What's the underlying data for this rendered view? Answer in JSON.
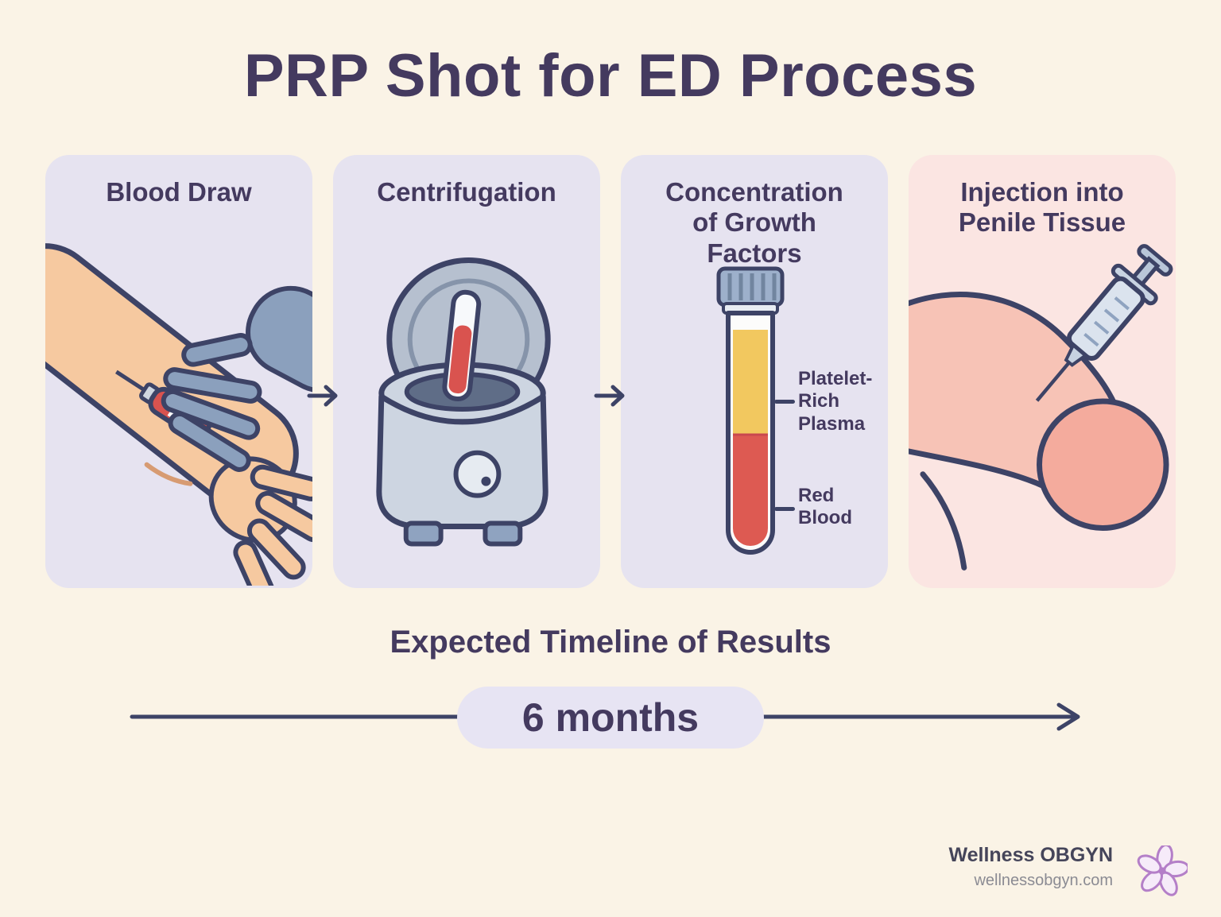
{
  "title": "PRP Shot for ED Process",
  "steps": [
    {
      "label": "Blood Draw",
      "illustration": "blood-draw-arm"
    },
    {
      "label": "Centrifugation",
      "illustration": "centrifuge-machine"
    },
    {
      "label": "Concentration of Growth Factors",
      "illustration": "separated-test-tube",
      "tube_labels": [
        "Platelet-Rich Plasma",
        "Red Blood"
      ]
    },
    {
      "label": "Injection into Penile Tissue",
      "illustration": "syringe-injection"
    }
  ],
  "timeline": {
    "heading": "Expected Timeline of Results",
    "duration_label": "6 months"
  },
  "footer": {
    "brand": "Wellness OBGYN",
    "website": "wellnessobgyn.com",
    "logo": "flower-icon"
  },
  "colors": {
    "bg": "#faf3e6",
    "ink": "#443a5f",
    "card_lavender": "#e6e3f0",
    "card_pink": "#fbe5e2",
    "outline": "#3d4366",
    "skin": "#f6c9a0",
    "glove": "#8ba0bd",
    "blood_red": "#d9534f",
    "plasma_yellow": "#f2c85f",
    "metal_gray": "#cdd5e1",
    "pill_bg": "#e7e4f3",
    "tissue_pink": "#f7c3b6",
    "brand_purple": "#b47fc8",
    "footer_gray": "#8b8b93"
  }
}
